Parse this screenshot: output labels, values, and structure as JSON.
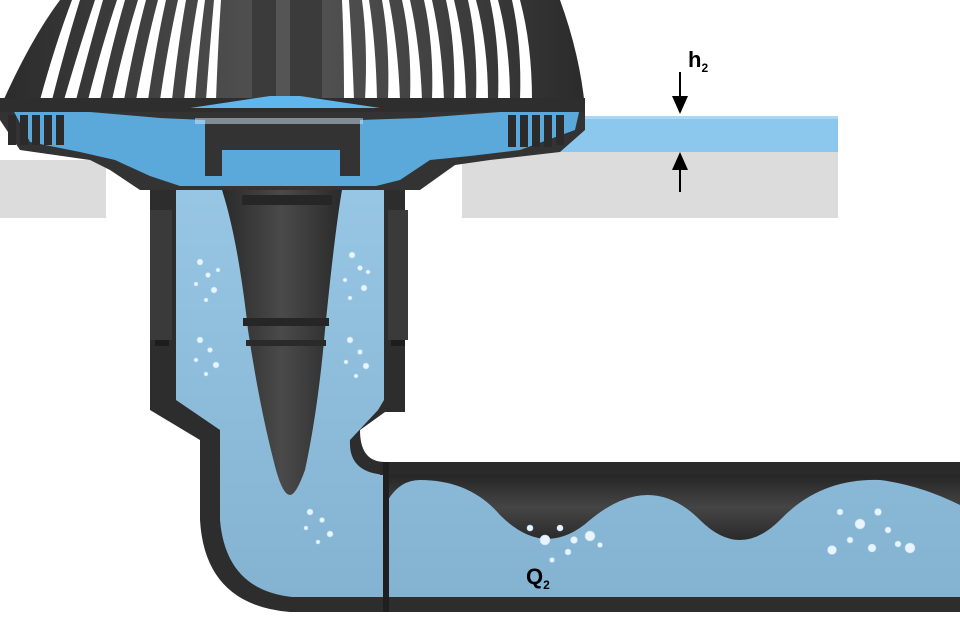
{
  "labels": {
    "h_main": "h",
    "h_sub": "2",
    "q_main": "Q",
    "q_sub": "2"
  },
  "colors": {
    "water_surface": "#8cc8ee",
    "water_pipe": "#8fbad6",
    "water_bright": "#55b4ee",
    "pipe_dark": "#3a3a3a",
    "pipe_shell": "#2d2d2d",
    "roof_slab": "#dcdcdc",
    "bubble": "#e8f4ff"
  },
  "icons": [
    "arrow-down-icon",
    "arrow-up-icon"
  ]
}
